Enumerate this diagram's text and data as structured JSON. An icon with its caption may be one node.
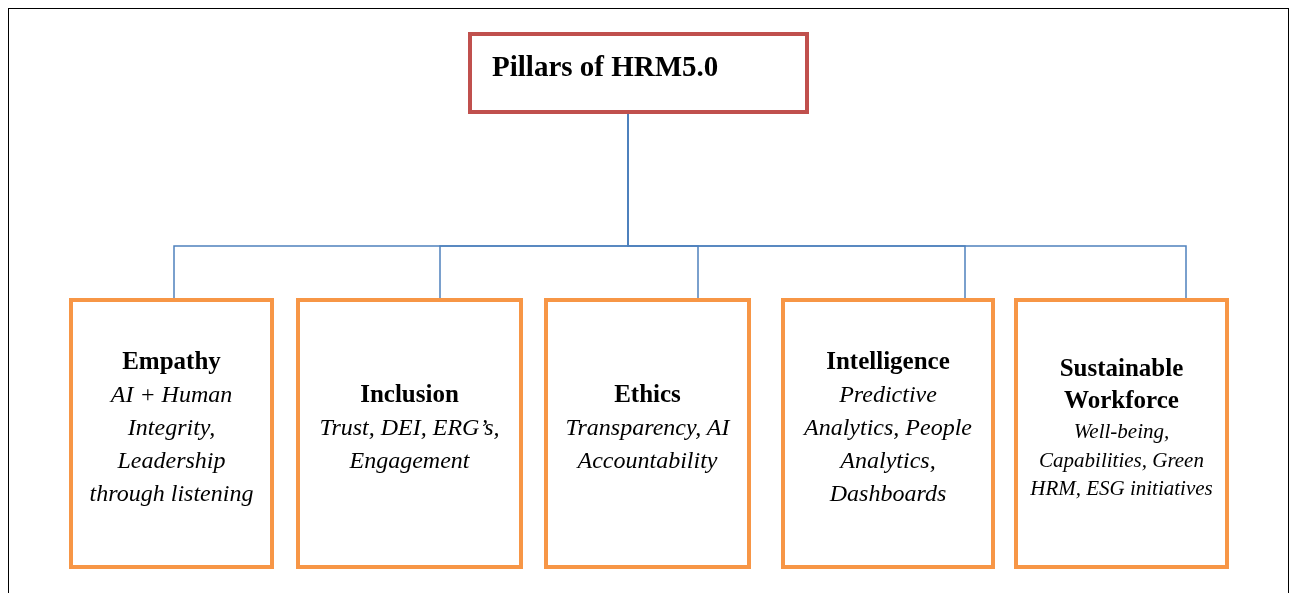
{
  "diagram": {
    "nodes": [
      {
        "text": [
          "Pillars of HRM5.0"
        ]
      },
      {
        "text": [
          "Empathy",
          "AI + Human Integrity, Leadership through listening"
        ]
      },
      {
        "text": [
          "Inclusion",
          "Trust, DEI, ERG’s, Engagement"
        ]
      },
      {
        "text": [
          "Ethics",
          "Transparency, AI Accountability"
        ]
      },
      {
        "text": [
          "Intelligence",
          "Predictive Analytics, People Analytics, Dashboards"
        ]
      },
      {
        "text": [
          "Sustainable Workforce",
          "Well-being, Capabilities, Green HRM, ESG initiatives"
        ]
      }
    ],
    "edges": [
      {
        "from": 0,
        "to": 1,
        "arrow": "none"
      },
      {
        "from": 0,
        "to": 2,
        "arrow": "none"
      },
      {
        "from": 0,
        "to": 3,
        "arrow": "none"
      },
      {
        "from": 0,
        "to": 4,
        "arrow": "none"
      },
      {
        "from": 0,
        "to": 5,
        "arrow": "none"
      }
    ]
  }
}
